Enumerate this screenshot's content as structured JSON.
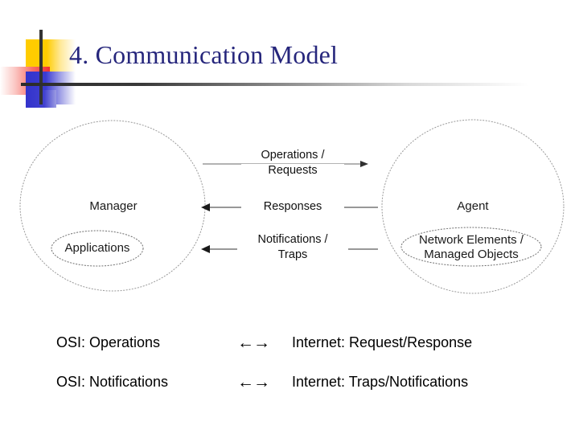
{
  "slide": {
    "title": "4. Communication Model"
  },
  "diagram": {
    "manager": {
      "label": "Manager",
      "inner_label": "Applications"
    },
    "agent": {
      "label": "Agent",
      "inner_line1": "Network Elements /",
      "inner_line2": "Managed Objects"
    },
    "flows": [
      {
        "line1": "Operations /",
        "line2": "Requests",
        "direction": "right"
      },
      {
        "line1": "Responses",
        "line2": "",
        "direction": "left"
      },
      {
        "line1": "Notifications /",
        "line2": "Traps",
        "direction": "left"
      }
    ]
  },
  "mappings": {
    "arrows": "←→",
    "rows": [
      {
        "osi": "OSI: Operations",
        "internet": "Internet: Request/Response"
      },
      {
        "osi": "OSI: Notifications",
        "internet": "Internet: Traps/Notifications"
      }
    ]
  },
  "colors": {
    "title": "#26267C",
    "accent_yellow": "#FFCC00",
    "accent_red": "#F03030",
    "accent_blue": "#3333CC",
    "background": "#FFFFFF"
  }
}
